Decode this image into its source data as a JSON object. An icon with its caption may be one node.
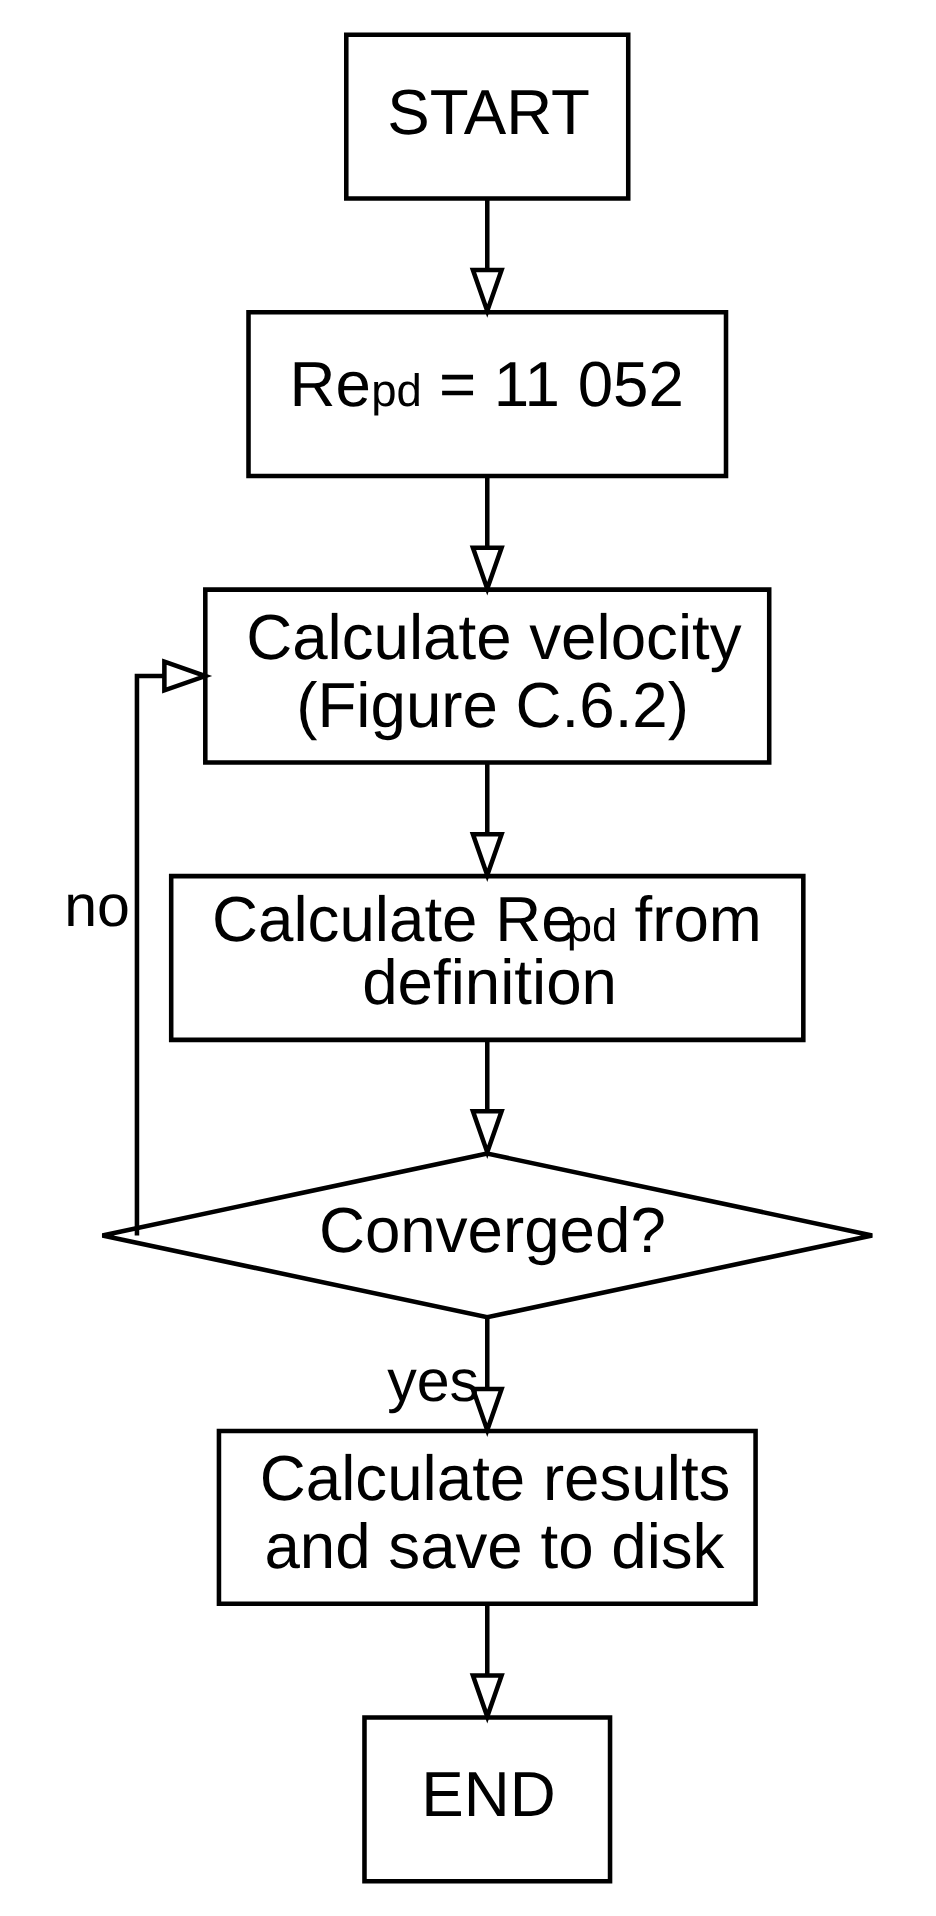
{
  "diagram": {
    "nodes": [
      {
        "text": [
          "START"
        ]
      },
      {
        "text": [
          "Re$_{pd}$ = 11 052"
        ]
      },
      {
        "text": [
          "Calculate velocity (Figure C.6.2)"
        ]
      },
      {
        "text": [
          "Calculate Re$_{pd}$ from definition"
        ]
      },
      {
        "text": [
          "Converged?"
        ]
      },
      {
        "text": [
          "Calculate results and save to disk"
        ]
      },
      {
        "text": [
          "END"
        ]
      }
    ],
    "edges": [
      {
        "from": 0,
        "to": 1,
        "arrow": "to"
      },
      {
        "from": 1,
        "to": 2,
        "arrow": "to"
      },
      {
        "from": 2,
        "to": 3,
        "arrow": "to"
      },
      {
        "from": 3,
        "to": 4,
        "arrow": "to"
      },
      {
        "from": 4,
        "to": 2,
        "arrow": "to",
        "label": "no"
      },
      {
        "from": 4,
        "to": 5,
        "arrow": "to",
        "label": "yes"
      },
      {
        "from": 5,
        "to": 6,
        "arrow": "to"
      }
    ]
  }
}
